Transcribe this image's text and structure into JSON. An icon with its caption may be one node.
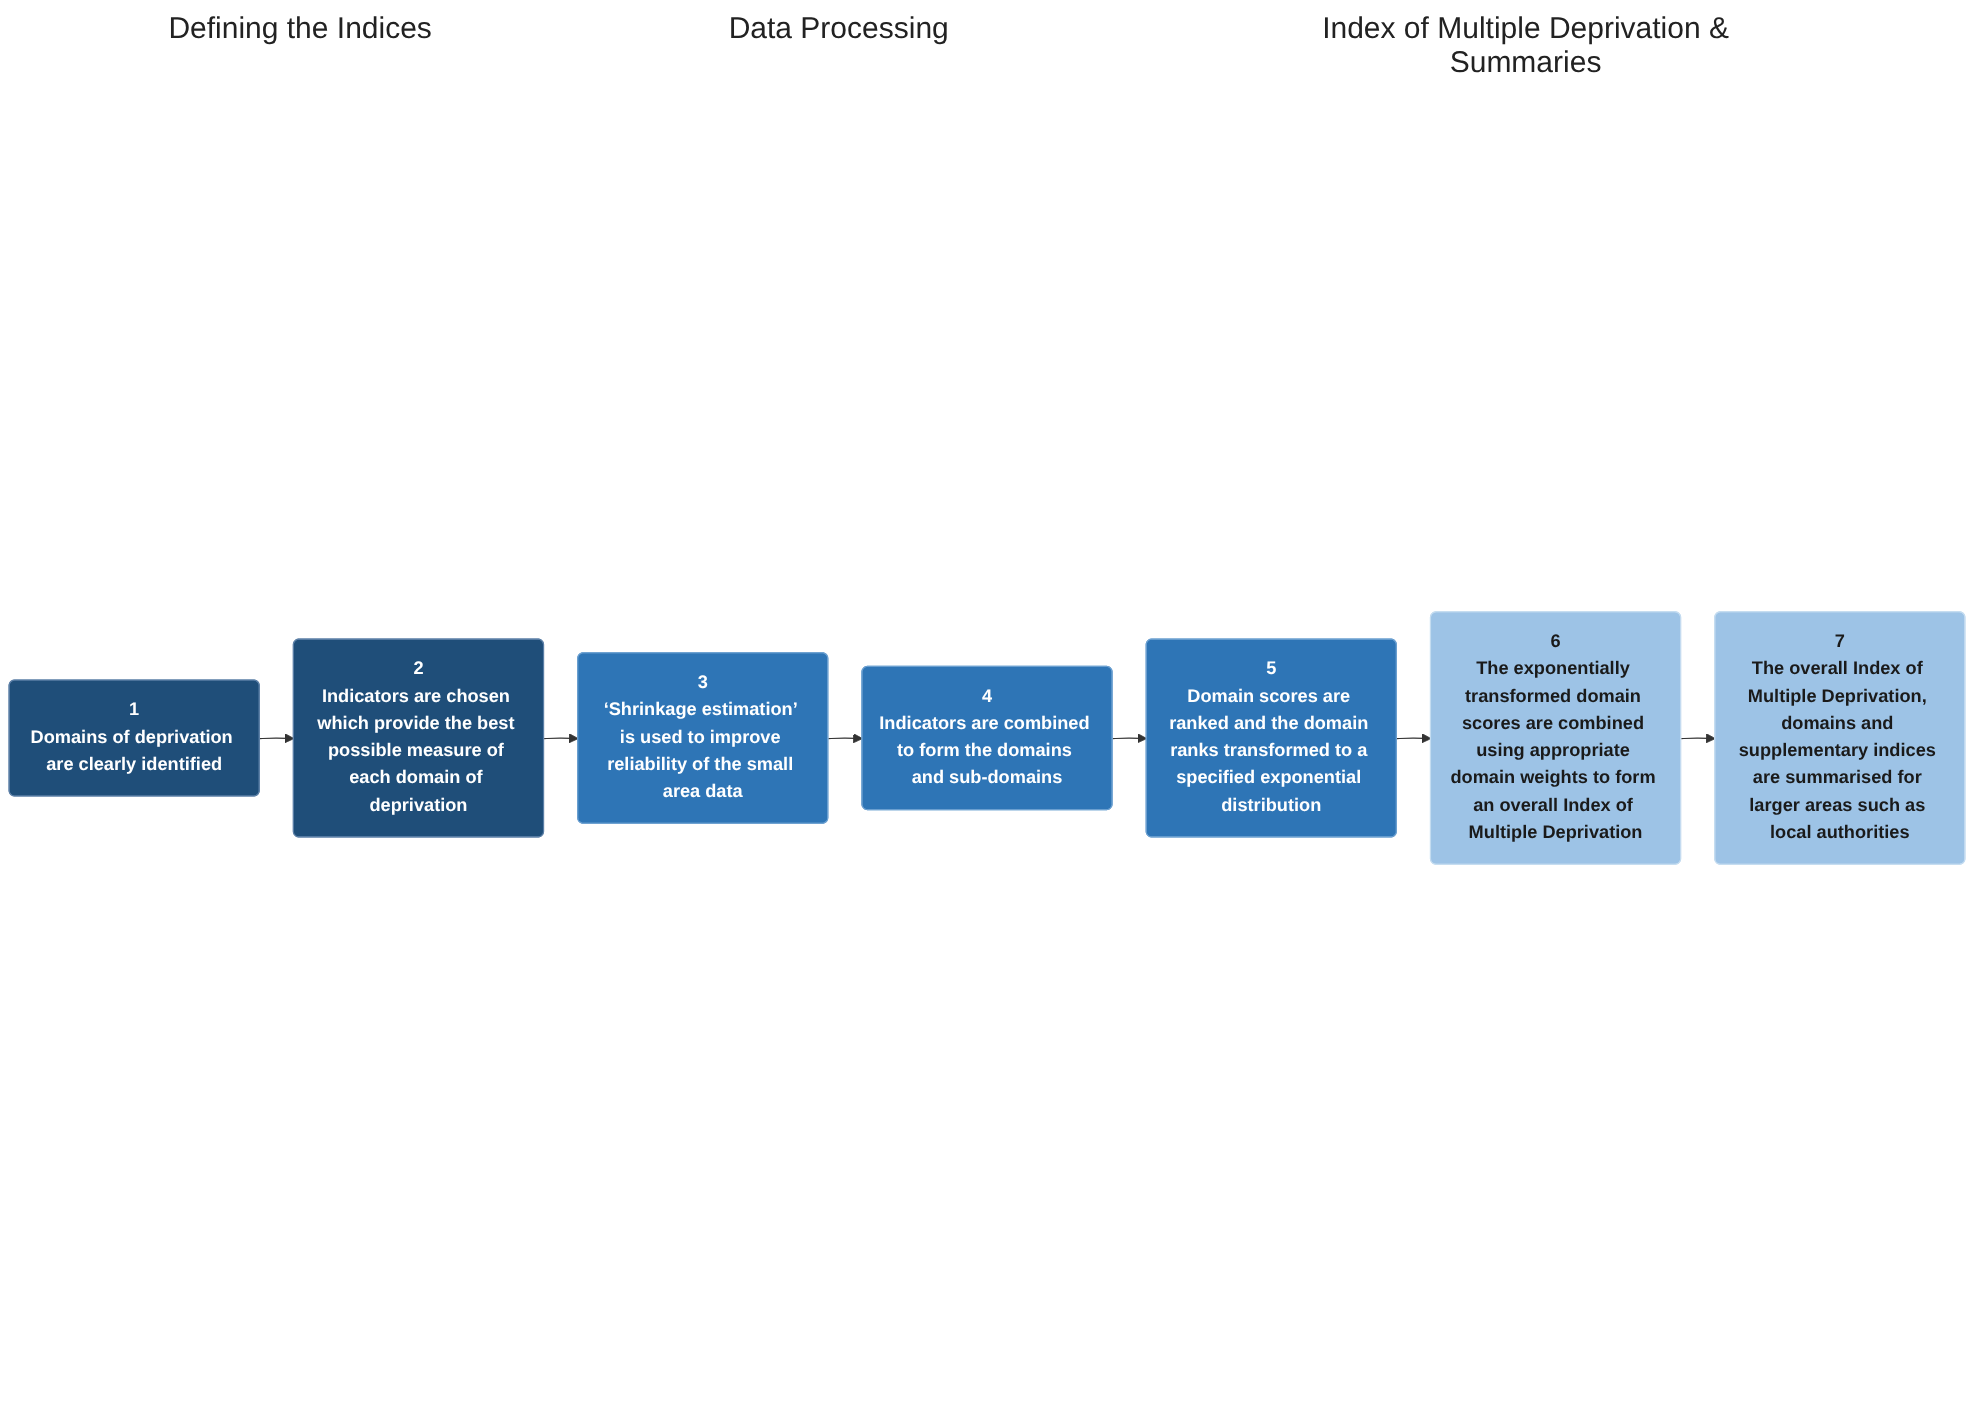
{
  "diagram": {
    "nodes": [
      {
        "text": [
          "1",
          "Domains of deprivation are clearly identified"
        ]
      },
      {
        "text": [
          "2",
          "Indicators are chosen which provide the best possible measure of each domain of deprivation"
        ]
      },
      {
        "text": [
          "3",
          "‘Shrinkage estimation’ is used to improve reliability of the small area data"
        ]
      },
      {
        "text": [
          "4",
          "Indicators are combined to form the domains and sub-domains"
        ]
      },
      {
        "text": [
          "5",
          "Domain scores are ranked and the domain ranks transformed to a specified exponential distribution"
        ]
      },
      {
        "text": [
          "6",
          "The exponentially transformed domain scores are combined using appropriate domain weights to form an overall Index of Multiple Deprivation"
        ]
      },
      {
        "text": [
          "7",
          "The overall Index of Multiple Deprivation, domains and supplementary indices are summarised for larger areas such as local authorities"
        ]
      }
    ],
    "edges": [
      {
        "from": 0,
        "to": 1,
        "arrow": "to"
      },
      {
        "from": 1,
        "to": 2,
        "arrow": "to"
      },
      {
        "from": 2,
        "to": 3,
        "arrow": "to"
      },
      {
        "from": 3,
        "to": 4,
        "arrow": "to"
      },
      {
        "from": 4,
        "to": 5,
        "arrow": "to"
      },
      {
        "from": 5,
        "to": 6,
        "arrow": "to"
      }
    ],
    "labels": [
      "Defining the Indices",
      "Data Processing",
      "Index of Multiple Deprivation & Summaries"
    ]
  }
}
